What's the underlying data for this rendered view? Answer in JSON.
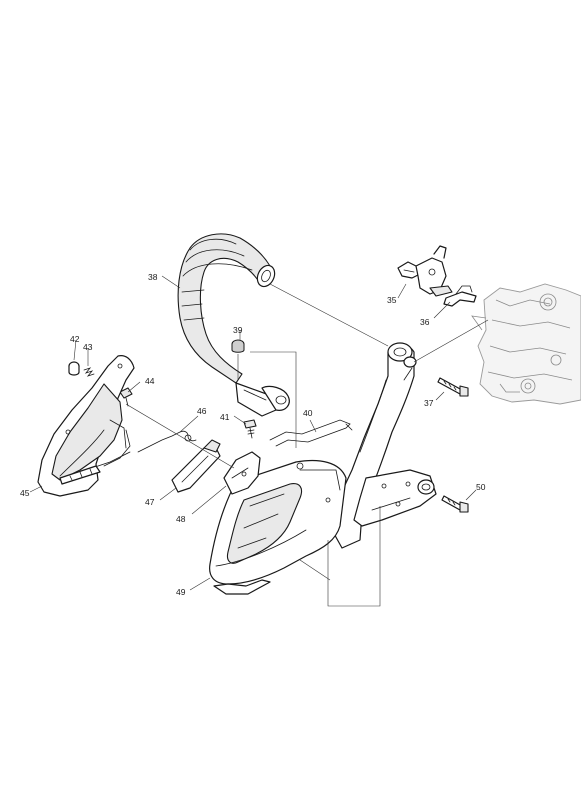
{
  "diagram": {
    "callouts": {
      "c35": "35",
      "c36": "36",
      "c37": "37",
      "c38": "38",
      "c39": "39",
      "c40": "40",
      "c41": "41",
      "c42": "42",
      "c43": "43",
      "c44": "44",
      "c45": "45",
      "c46": "46",
      "c47": "47",
      "c48": "48",
      "c49": "49",
      "c50": "50"
    }
  }
}
